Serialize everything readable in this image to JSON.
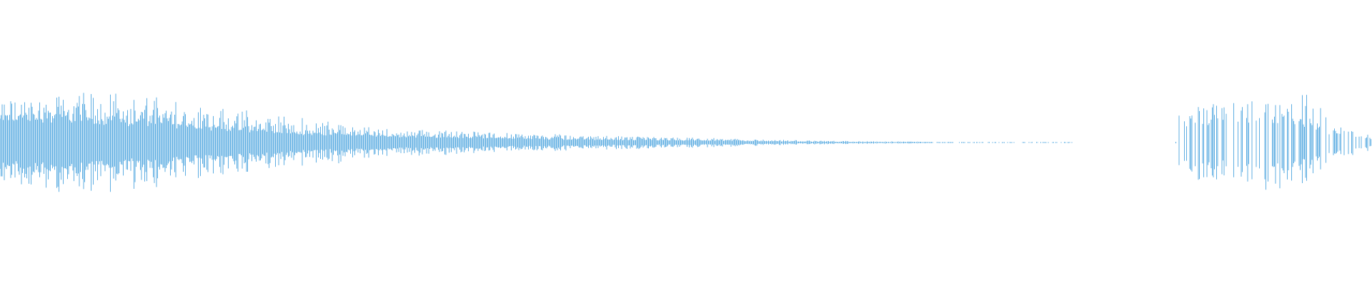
{
  "chart_data": {
    "type": "area",
    "title": "",
    "xlabel": "",
    "ylabel": "",
    "grid": false,
    "legend": "none",
    "color": "#5dade2",
    "background": "#ffffff",
    "ylim": [
      -1,
      1
    ],
    "xlim": [
      0,
      1
    ],
    "envelope": {
      "x": [
        0.0,
        0.05,
        0.08,
        0.15,
        0.22,
        0.29,
        0.42,
        0.52,
        0.58,
        0.64,
        0.7,
        0.7,
        0.8,
        0.6985,
        0.7,
        0.74,
        0.76,
        0.8,
        0.85,
        0.88,
        0.93,
        0.97,
        1.0
      ],
      "peak": [
        0.3,
        0.32,
        0.32,
        0.24,
        0.16,
        0.09,
        0.05,
        0.03,
        0.015,
        0.008,
        0.003,
        0,
        0,
        0,
        0.22,
        0.28,
        0.3,
        0.33,
        0.32,
        0.18,
        0.1,
        0.06,
        0.04
      ],
      "body": [
        0.15,
        0.16,
        0.14,
        0.1,
        0.06,
        0.04,
        0.02,
        0.012,
        0.006,
        0.003,
        0.001,
        0,
        0,
        0,
        0.12,
        0.14,
        0.15,
        0.15,
        0.14,
        0.08,
        0.05,
        0.03,
        0.02
      ]
    },
    "silence": [
      0.785,
      0.857
    ]
  }
}
